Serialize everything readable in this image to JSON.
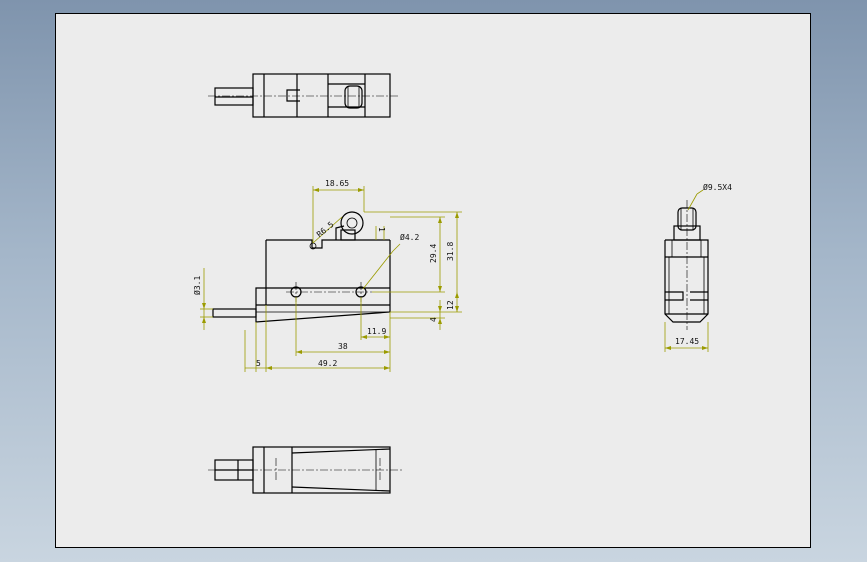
{
  "drawing": {
    "views": [
      "top-view",
      "front-view",
      "side-view",
      "bottom-view"
    ],
    "dimensions": {
      "top_width": "18.65",
      "roller_radius": "R6.5",
      "hole_dia": "Ø4.2",
      "height_inner": "29.4",
      "height_total": "31.8",
      "offset_12": "12",
      "offset_4": "4",
      "pin_dia": "Ø3.1",
      "len_11_9": "11.9",
      "len_38": "38",
      "len_5": "5",
      "len_49_2": "49.2",
      "side_hole": "Ø9.5X4",
      "side_width": "17.45",
      "dim_1": "1"
    },
    "colors": {
      "background": "#ececec",
      "dimension": "#9b9b00",
      "line": "#000000"
    }
  }
}
